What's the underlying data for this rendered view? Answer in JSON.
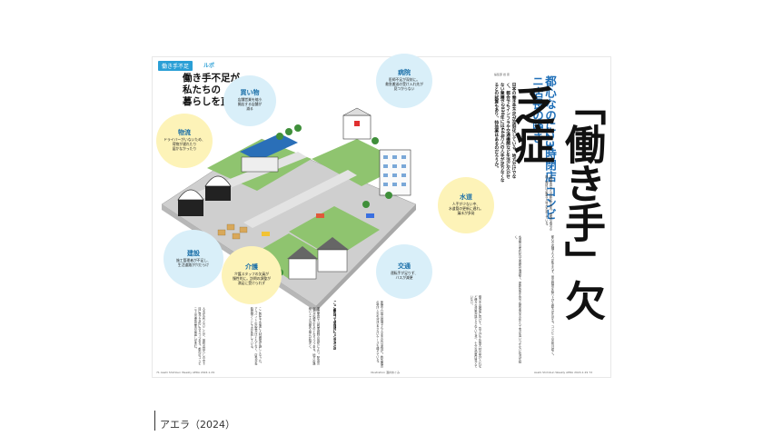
{
  "header": {
    "tag": "働き手不足",
    "tag_sub": "ルポ"
  },
  "lead_title": [
    "働き手不足が、",
    "私たちの",
    "暮らしを直撃"
  ],
  "bubbles": {
    "kaimono": {
      "title": "買い物",
      "lines": [
        "店舗営業を縮小",
        "開店する店舗が",
        "減る"
      ]
    },
    "byoin": {
      "title": "病院",
      "lines": [
        "医師不足が深刻に。",
        "救急搬送の受け入れ先が",
        "見つからない"
      ]
    },
    "butsuryu": {
      "title": "物流",
      "lines": [
        "ドライバーがいないため、",
        "荷物が遅れたり",
        "届かなかったり"
      ]
    },
    "suido": {
      "title": "水道",
      "lines": [
        "人手が少ない中、",
        "水道管の更新に遅れ。",
        "漏水が多発"
      ]
    },
    "kensetsu": {
      "title": "建設",
      "lines": [
        "施工管理者が不足し、",
        "生活道路が穴だらけ"
      ]
    },
    "kaigo": {
      "title": "介護",
      "lines": [
        "介護スタッフの欠員が",
        "慢性的に。訪問の調整が",
        "満足に受けられず"
      ]
    },
    "kotsu": {
      "title": "交通",
      "lines": [
        "運転手が足りず、",
        "バスが減便"
      ]
    }
  },
  "titles": {
    "main": "「働き手」欠乏症",
    "sub": "都心なのに23時閉店 コンビニ店長の嘆き"
  },
  "intro": "日本の働き手不足が深刻化している。地方だけでなく、都会でもインフラや交通機関など生活に欠かせない業種で2030年には644万人の人手が足りなくなるとの試算もあり、特効薬はあるのだろうか。",
  "byline": "編集部 岩 康",
  "body": {
    "col_1": "人手が足りないことが、普段の暮らしの中で目に見える形になりつつある。都内のコンビニでは深夜営業の見直しが進む。",
    "col_2": "ここ数年で急速に人材確保が難しくなった。アルバイトの応募がほとんどなく、店長が長時間働くことで店を回している。",
    "col_3": "運送業界では残業規制の強化により、配送の遅れが現実のものとなりつつある。地方の路線バスでは減便や廃止が相次ぐ。",
    "col_4": "医療や介護の現場でも人手不足は深刻だ。救急搬送の受け入れ先が決まらないケースも増えている。",
    "subhead": "ここ数年で急速に人手不足",
    "col_5": "働き手の確保に向けて、賃上げや外国人材の受け入れなど様々な対策が講じられているが、十分な効果は見えていない。",
    "col_6": "水道管の老朽化は全国的な課題で、更新作業を担う技術者の不足から工事が追いつかない状況が続く。",
    "col_7": "建設業界でも高齢化が進み、道路や橋の点検・補修に必要な人材が不足している。",
    "col_8": "都心の店舗でも人が集まらず、閉店時間を繰り上げる動きが広がる。コンビニの店長は嘆く。"
  },
  "footer": {
    "left": "71  Asahi Shimbun Weekly AERA 2024.1.29",
    "center": "Illustration  酒井めぐみ",
    "right": "Asahi Shimbun Weekly AERA 2024.1.29  72"
  },
  "caption": "アエラ（2024）"
}
